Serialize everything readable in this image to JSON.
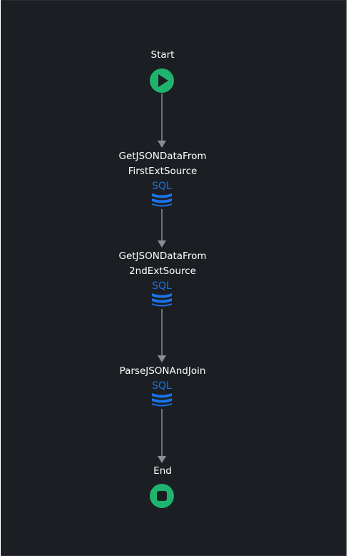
{
  "flow": {
    "start_label": "Start",
    "steps": [
      {
        "label_line1": "GetJSONDataFrom",
        "label_line2": "FirstExtSource",
        "icon": "sql-database-icon",
        "icon_text": "SQL"
      },
      {
        "label_line1": "GetJSONDataFrom",
        "label_line2": "2ndExtSource",
        "icon": "sql-database-icon",
        "icon_text": "SQL"
      },
      {
        "label_line1": "ParseJSONAndJoin",
        "icon": "sql-database-icon",
        "icon_text": "SQL"
      }
    ],
    "end_label": "End"
  },
  "colors": {
    "background": "#1b1e23",
    "connector": "#8a8d92",
    "start_end": "#1fb46e",
    "sql": "#1a73e8",
    "text": "#ffffff"
  }
}
